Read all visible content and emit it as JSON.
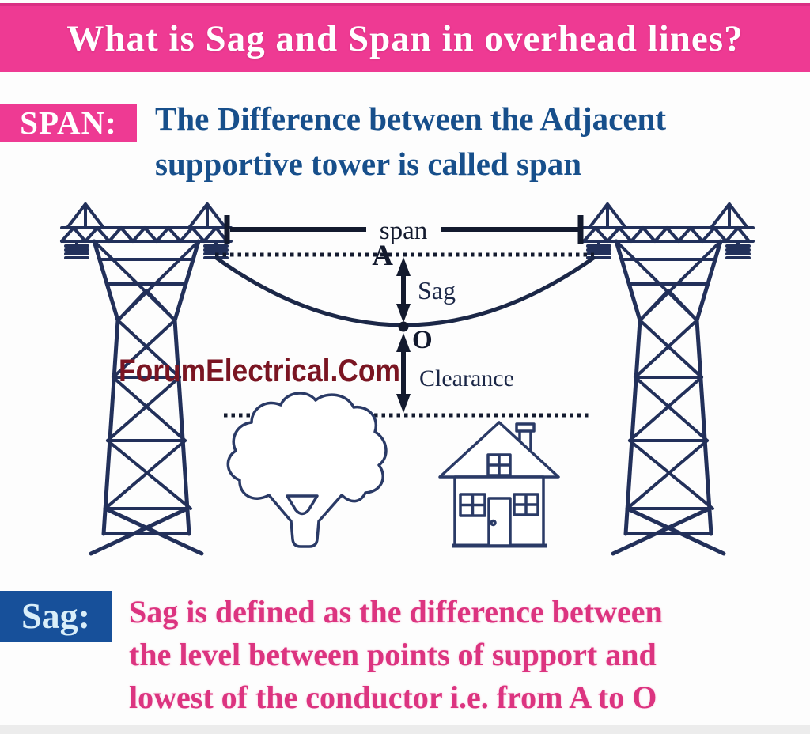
{
  "header": {
    "title": "What is Sag and Span in overhead lines?",
    "bg_color": "#ee3a93",
    "text_color": "#ffffff"
  },
  "span_section": {
    "badge_label": "SPAN:",
    "badge_bg": "#ee3a93",
    "lines": [
      "The Difference between the Adjacent",
      "supportive tower is called span"
    ],
    "text_color": "#174f8b"
  },
  "diagram": {
    "labels": {
      "span": "span",
      "point_a": "A",
      "sag": "Sag",
      "point_o": "O",
      "clearance": "Clearance"
    },
    "watermark": {
      "text": "ForumElectrical.Com",
      "color": "#7a1522"
    },
    "line_color": "#131a2e",
    "tower_color": "#22305a"
  },
  "sag_section": {
    "badge_label": "Sag:",
    "badge_bg": "#17509a",
    "badge_text_color": "#d9eef9",
    "lines": [
      "Sag is defined as the difference between",
      "the level between points of support and",
      "lowest of the conductor i.e. from A to O"
    ],
    "text_color": "#dc3480"
  }
}
